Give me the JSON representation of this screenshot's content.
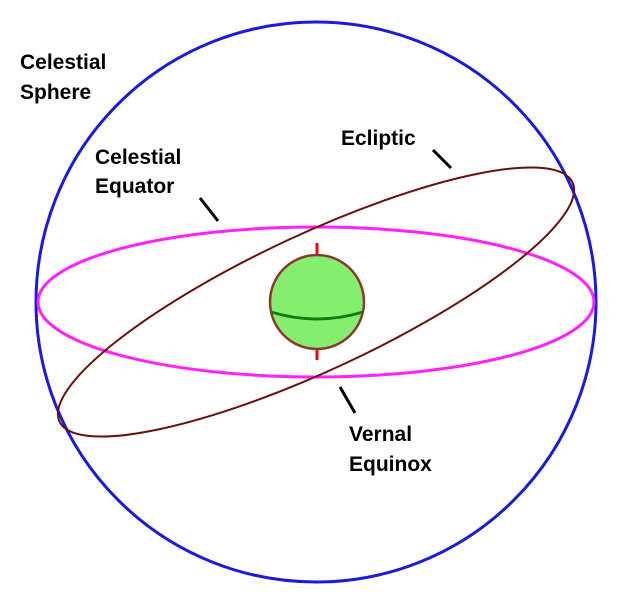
{
  "labels": {
    "celestial_sphere": [
      "Celestial",
      "Sphere"
    ],
    "celestial_equator": [
      "Celestial",
      "Equator"
    ],
    "ecliptic": "Ecliptic",
    "vernal_equinox": [
      "Vernal",
      "Equinox"
    ]
  },
  "colors": {
    "celestial_sphere": "#1a1adf",
    "celestial_equator": "#ff22ff",
    "ecliptic": "#6b0f0f",
    "earth_fill": "#86ee6e",
    "earth_outline": "#8a3a2a",
    "earth_equator": "#127a12",
    "earth_axis": "#e01010",
    "pointer": "#000000"
  }
}
